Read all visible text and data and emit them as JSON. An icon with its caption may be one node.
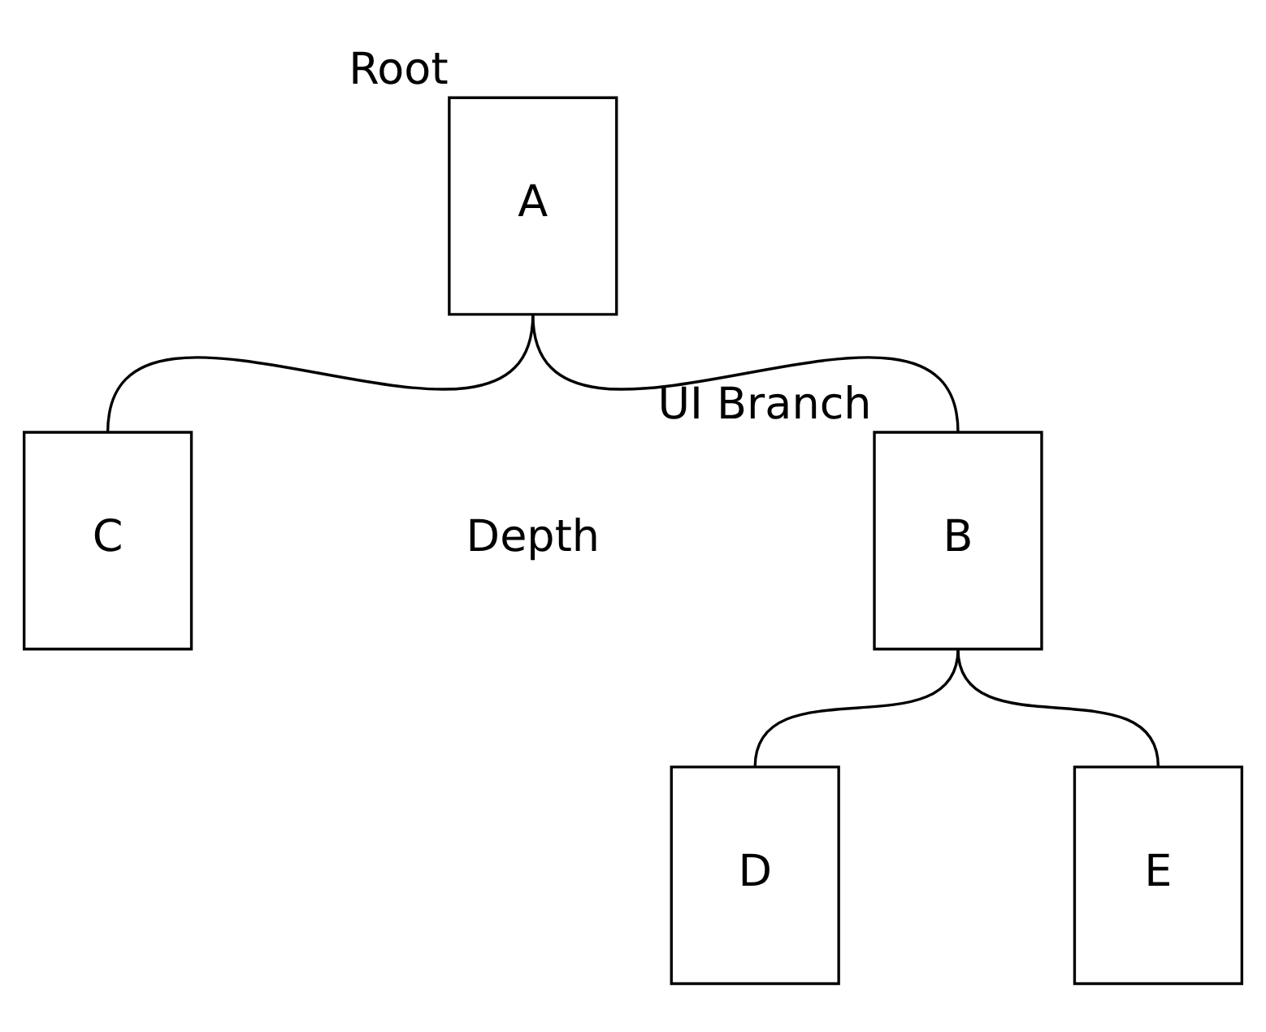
{
  "diagram": {
    "nodes": [
      {
        "text": [
          "A"
        ],
        "beside": [
          "Root"
        ]
      },
      {
        "text": [
          "B"
        ],
        "beside": [
          "UI Branch"
        ]
      },
      {
        "text": [
          "C"
        ]
      },
      {
        "text": [
          "D"
        ]
      },
      {
        "text": [
          "E"
        ]
      }
    ],
    "edges": [
      {
        "from": 0,
        "to": 1,
        "arrow": "none"
      },
      {
        "from": 0,
        "to": 2,
        "arrow": "none"
      },
      {
        "from": 1,
        "to": 3,
        "arrow": "none"
      },
      {
        "from": 1,
        "to": 4,
        "arrow": "none"
      }
    ],
    "labels": [
      "Depth"
    ]
  }
}
